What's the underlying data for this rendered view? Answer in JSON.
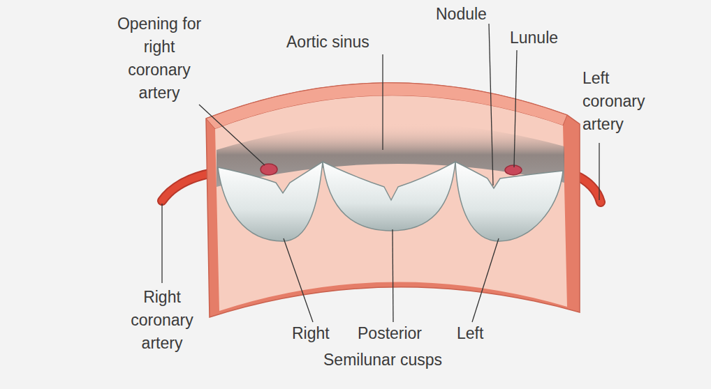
{
  "diagram": {
    "labels": [
      "Opening for right coronary artery",
      "Aortic sinus",
      "Nodule",
      "Lunule",
      "Left coronary artery",
      "Right coronary artery",
      "Right",
      "Posterior",
      "Left",
      "Semilunar cusps"
    ]
  }
}
